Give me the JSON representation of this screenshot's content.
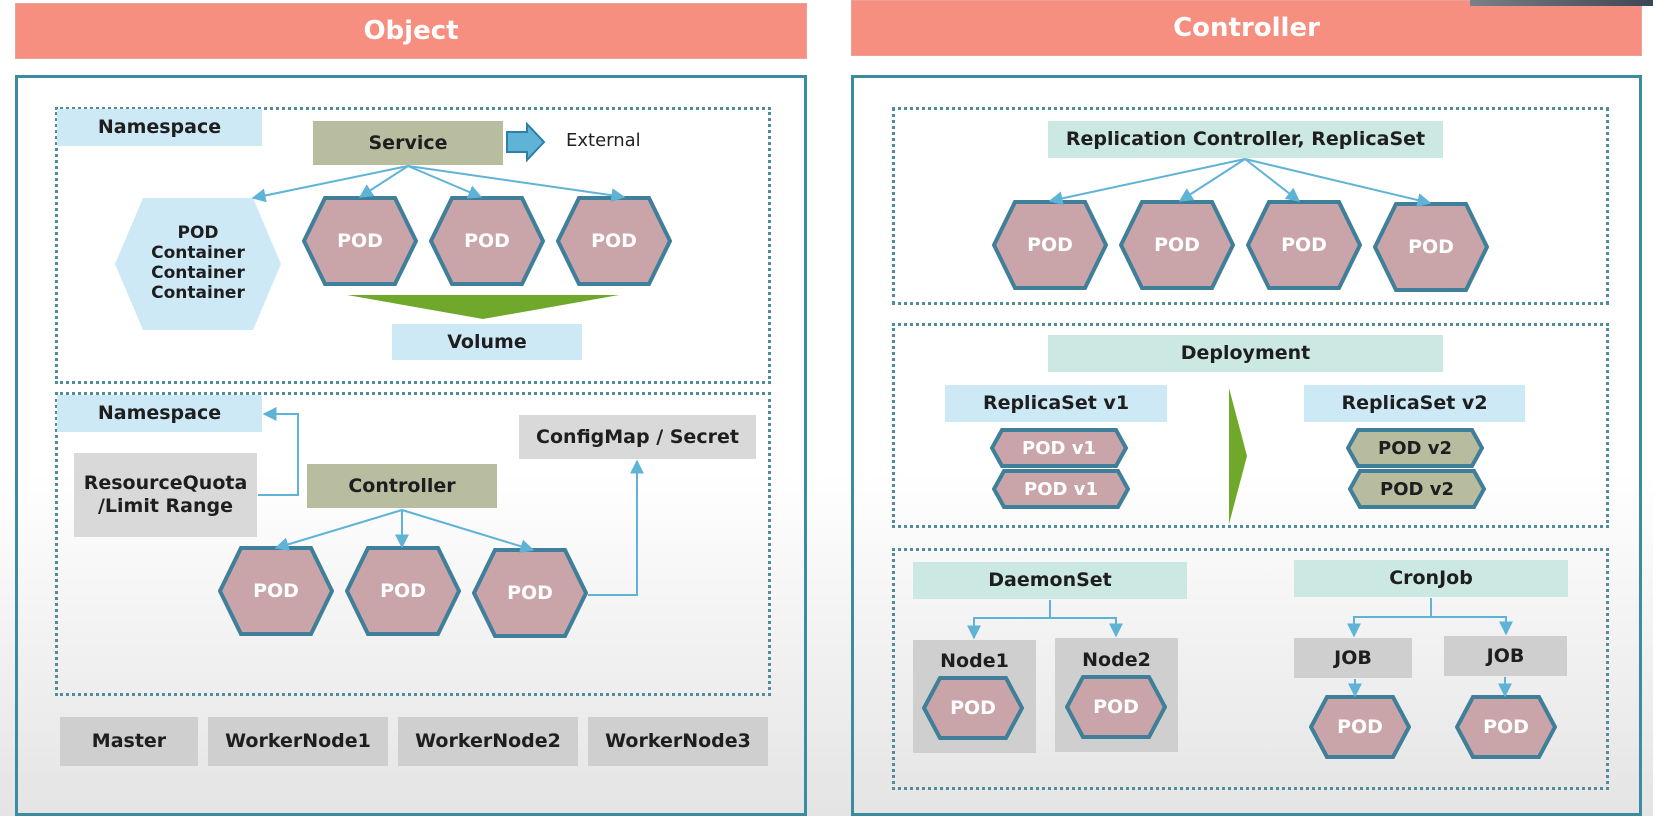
{
  "object_panel": {
    "title": "Object",
    "namespace1": {
      "namespace_label": "Namespace",
      "service_label": "Service",
      "external_label": "External",
      "pod_detail": [
        "POD",
        "Container",
        "Container",
        "Container"
      ],
      "pods": [
        "POD",
        "POD",
        "POD"
      ],
      "volume_label": "Volume"
    },
    "namespace2": {
      "namespace_label": "Namespace",
      "resource_quota_label": [
        "ResourceQuota",
        "/Limit Range"
      ],
      "controller_label": "Controller",
      "configmap_label": "ConfigMap / Secret",
      "pods": [
        "POD",
        "POD",
        "POD"
      ]
    },
    "nodes": [
      "Master",
      "WorkerNode1",
      "WorkerNode2",
      "WorkerNode3"
    ]
  },
  "controller_panel": {
    "title": "Controller",
    "replication": {
      "label": "Replication Controller, ReplicaSet",
      "pods": [
        "POD",
        "POD",
        "POD",
        "POD"
      ]
    },
    "deployment": {
      "label": "Deployment",
      "rs_v1_label": "ReplicaSet v1",
      "rs_v2_label": "ReplicaSet v2",
      "pods_v1": [
        "POD v1",
        "POD v1"
      ],
      "pods_v2": [
        "POD v2",
        "POD v2"
      ]
    },
    "daemonset": {
      "label": "DaemonSet",
      "nodes": [
        {
          "name": "Node1",
          "pod": "POD"
        },
        {
          "name": "Node2",
          "pod": "POD"
        }
      ]
    },
    "cronjob": {
      "label": "CronJob",
      "jobs": [
        {
          "name": "JOB",
          "pod": "POD"
        },
        {
          "name": "JOB",
          "pod": "POD"
        }
      ]
    }
  },
  "colors": {
    "header": "#f78f80",
    "panel_border": "#3b8c9e",
    "pod_fill": "#c9a5a9",
    "pod_stroke": "#3f7f9a",
    "pod_v2_fill": "#b8bc9e",
    "arrow": "#5fb3d6",
    "volume_triangle": "#6fa82b"
  }
}
